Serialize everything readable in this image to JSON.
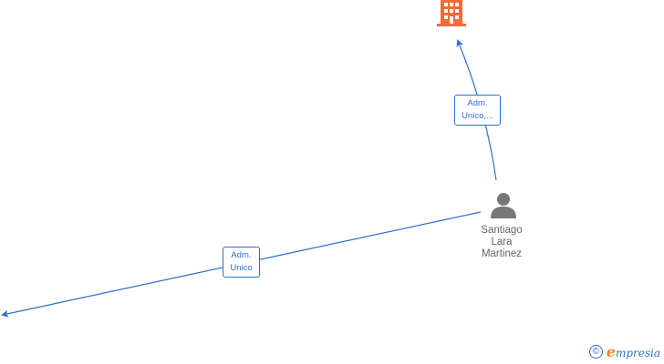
{
  "colors": {
    "edge": "#2d6fd0",
    "company_icon": "#f26b3a",
    "person_icon": "#777777",
    "node_label": "#666666"
  },
  "nodes": {
    "company": {
      "icon": "building-icon"
    },
    "person": {
      "icon": "person-icon",
      "name_lines": [
        "Santiago",
        "Lara",
        "Martinez"
      ]
    }
  },
  "edges": [
    {
      "from": "person",
      "to": "company",
      "label_lines": [
        "Adm.",
        "Unico,..."
      ]
    },
    {
      "from": "person",
      "to": "offscreen-left",
      "label_lines": [
        "Adm.",
        "Unico"
      ]
    }
  ],
  "footer": {
    "copyright_symbol": "©",
    "brand_initial": "e",
    "brand_rest": "mpresia"
  }
}
